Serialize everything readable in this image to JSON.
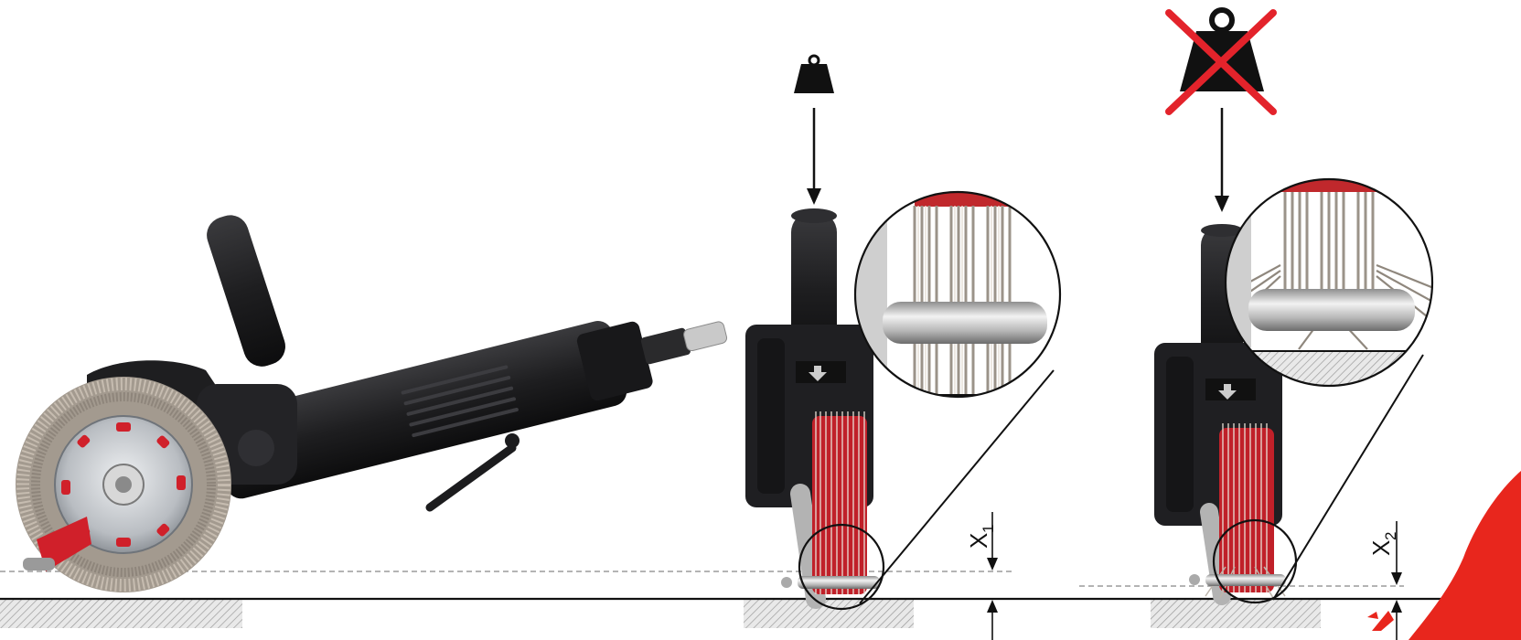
{
  "labels": {
    "x1_base": "X",
    "x1_sub": "1",
    "x2_base": "X",
    "x2_sub": "2"
  },
  "scenes": [
    {
      "name": "tool-side-view",
      "has_weight_icon": false
    },
    {
      "name": "with-load",
      "has_weight_icon": true,
      "weight_crossed": false
    },
    {
      "name": "without-load",
      "has_weight_icon": true,
      "weight_crossed": true
    }
  ],
  "icons": [
    "weight-icon",
    "crossed-weight-icon",
    "down-arrow-icon",
    "magnifier-circle-icon"
  ],
  "colors": {
    "tool_body": "#1c1c1e",
    "bristle_red": "#d0202a",
    "cross_red": "#e3232b",
    "brush_metal": "#b8b2a8",
    "ground_hatch": "#9a9a9a",
    "accent_splash": "#e8261d"
  }
}
